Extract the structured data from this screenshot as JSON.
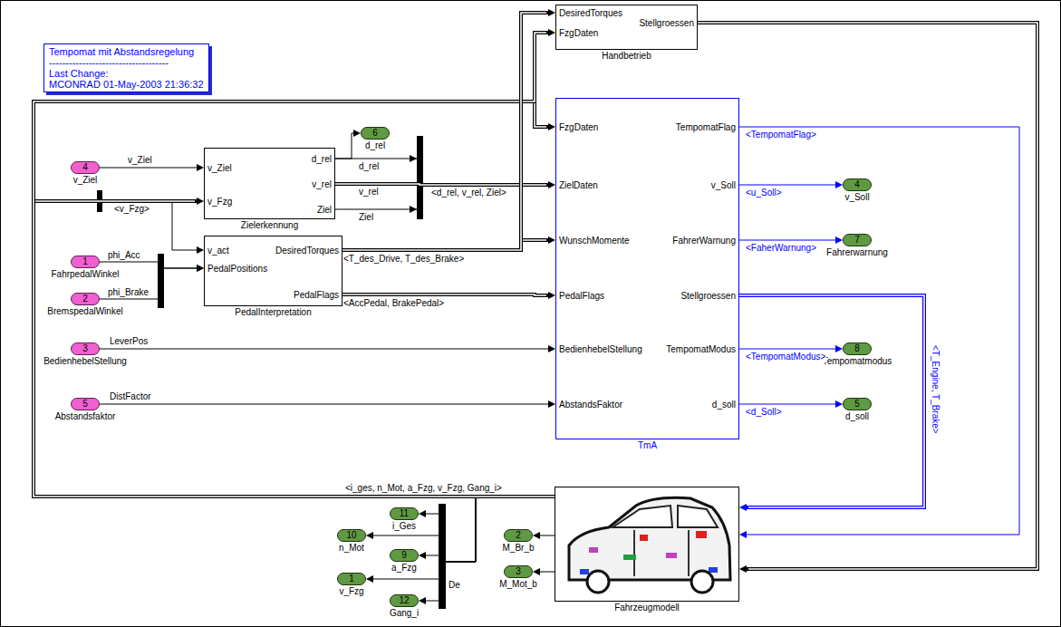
{
  "diagram": {
    "nodes": [
      {
        "text": [
          "Tempomat mit Abstandsregelung",
          "------------------------------------",
          "Last Change:",
          "MCONRAD 01-May-2003 21:36:32"
        ]
      },
      {
        "text": [
          "DesiredTorques",
          "FzgDaten",
          "Stellgroessen",
          "Handbetrieb"
        ]
      },
      {
        "text": [
          "FzgDaten",
          "ZielDaten",
          "WunschMomente",
          "PedalFlags",
          "BedienhebelStellung",
          "AbstandsFaktor",
          "TempomatFlag",
          "v_Soll",
          "FahrerWarnung",
          "Stellgroessen",
          "TempomatModus",
          "d_soll",
          "TmA"
        ]
      },
      {
        "text": [
          "4",
          "v_Ziel"
        ]
      },
      {
        "text": [
          "v_Ziel",
          "v_Fzg",
          "d_rel",
          "v_rel",
          "Ziel",
          "Zielerkennung"
        ]
      },
      {
        "text": [
          "6",
          "d_rel"
        ]
      },
      {
        "text": [
          "v_act",
          "PedalPositions",
          "DesiredTorques",
          "PedalFlags",
          "PedalInterpretation"
        ]
      },
      {
        "text": [
          "1",
          "FahrpedalWinkel"
        ]
      },
      {
        "text": [
          "2",
          "BremspedalWinkel"
        ]
      },
      {
        "text": [
          "3",
          "BedienhebelStellung"
        ]
      },
      {
        "text": [
          "5",
          "Abstandsfaktor"
        ]
      },
      {
        "text": [
          "4",
          "v_Soll"
        ]
      },
      {
        "text": [
          "7",
          "Fahrerwarnung"
        ]
      },
      {
        "text": [
          "8",
          "Tempomatmodus"
        ]
      },
      {
        "text": [
          "5",
          "d_soll"
        ]
      },
      {
        "text": [
          "Fahrzeugmodell"
        ]
      },
      {
        "text": [
          "2",
          "M_Br_b"
        ]
      },
      {
        "text": [
          "3",
          "M_Mot_b"
        ]
      },
      {
        "text": [
          "11",
          "i_Ges"
        ]
      },
      {
        "text": [
          "10",
          "n_Mot"
        ]
      },
      {
        "text": [
          "9",
          "a_Fzg"
        ]
      },
      {
        "text": [
          "1",
          "v_Fzg"
        ]
      },
      {
        "text": [
          "12",
          "Gang_i"
        ]
      }
    ],
    "edges": [
      {
        "from": 3,
        "to": 4,
        "arrow": "to",
        "label": "v_Ziel"
      },
      {
        "from": 15,
        "to": 4,
        "arrow": "to",
        "label": "<v_Fzg>"
      },
      {
        "from": 15,
        "to": 6,
        "arrow": "to"
      },
      {
        "from": 15,
        "to": 2,
        "arrow": "to",
        "label": "<i_ges, n_Mot, a_Fzg, v_Fzg, Gang_i>"
      },
      {
        "from": 15,
        "to": 1,
        "arrow": "to"
      },
      {
        "from": 4,
        "to": 5,
        "arrow": "to"
      },
      {
        "from": 4,
        "to": 2,
        "arrow": "to",
        "label": "<d_rel, v_rel, Ziel>"
      },
      {
        "from": 7,
        "to": 6,
        "arrow": "to",
        "label": "phi_Acc"
      },
      {
        "from": 8,
        "to": 6,
        "arrow": "to",
        "label": "phi_Brake"
      },
      {
        "from": 6,
        "to": 2,
        "arrow": "to",
        "label": "<T_des_Drive, T_des_Brake>"
      },
      {
        "from": 6,
        "to": 1,
        "arrow": "to"
      },
      {
        "from": 6,
        "to": 2,
        "arrow": "to",
        "label": "<AccPedal, BrakePedal>"
      },
      {
        "from": 9,
        "to": 2,
        "arrow": "to",
        "label": "LeverPos"
      },
      {
        "from": 10,
        "to": 2,
        "arrow": "to",
        "label": "DistFactor"
      },
      {
        "from": 2,
        "to": 15,
        "arrow": "to",
        "label": "<TempomatFlag>"
      },
      {
        "from": 2,
        "to": 11,
        "arrow": "to",
        "label": "<u_Soll>"
      },
      {
        "from": 2,
        "to": 12,
        "arrow": "to",
        "label": "<FaherWarnung>"
      },
      {
        "from": 2,
        "to": 13,
        "arrow": "to",
        "label": "<TempomatModus>"
      },
      {
        "from": 2,
        "to": 14,
        "arrow": "to",
        "label": "<d_Soll>"
      },
      {
        "from": 2,
        "to": 15,
        "arrow": "to",
        "label": "<T_Engine, T_Brake>"
      },
      {
        "from": 1,
        "to": 15,
        "arrow": "to"
      },
      {
        "from": 15,
        "to": 16,
        "arrow": "to"
      },
      {
        "from": 15,
        "to": 17,
        "arrow": "to"
      },
      {
        "from": 15,
        "to": 18,
        "arrow": "to"
      },
      {
        "from": 15,
        "to": 19,
        "arrow": "to"
      },
      {
        "from": 15,
        "to": 20,
        "arrow": "to"
      },
      {
        "from": 15,
        "to": 21,
        "arrow": "to"
      },
      {
        "from": 15,
        "to": 22,
        "arrow": "to"
      }
    ],
    "labels": [
      "d_rel",
      "v_rel",
      "Ziel",
      "De"
    ]
  }
}
